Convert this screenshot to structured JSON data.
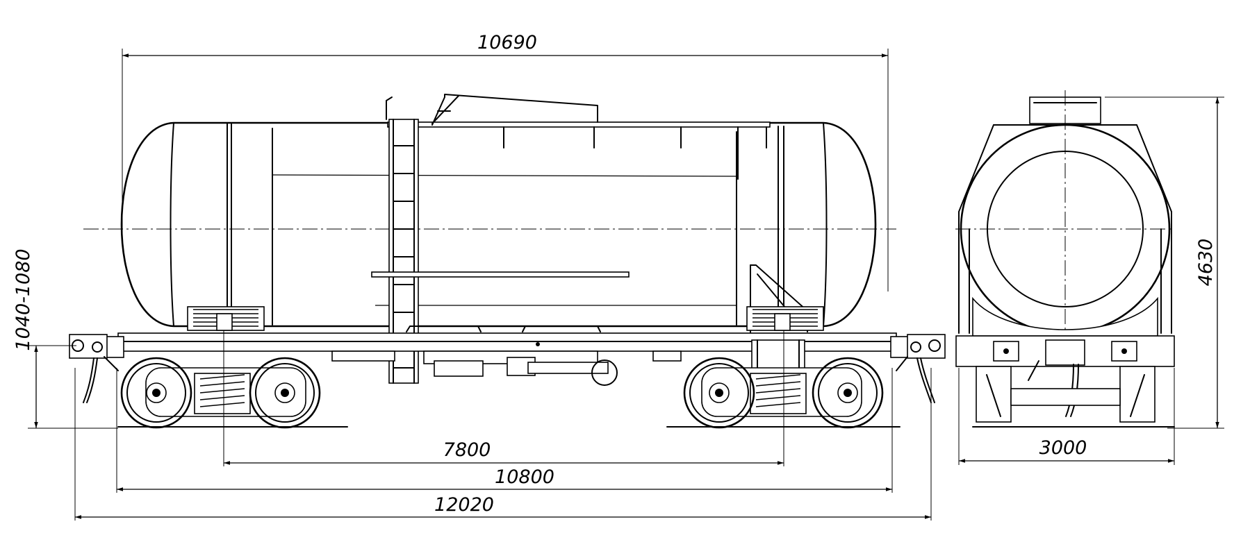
{
  "dimensions": {
    "overall_body_length": "10690",
    "truck_centers": "7800",
    "frame_length": "10800",
    "length_over_couplers": "12020",
    "coupler_height": "1040-1080",
    "overall_height": "4630",
    "overall_width": "3000"
  }
}
